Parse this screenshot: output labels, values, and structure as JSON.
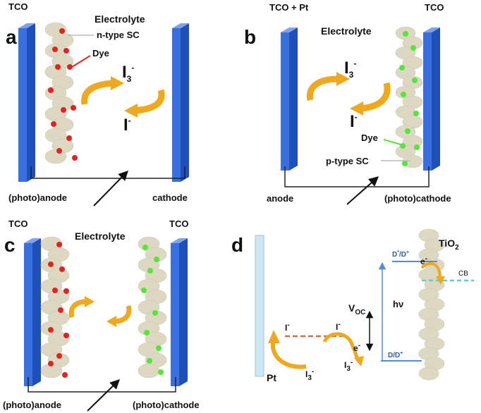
{
  "colors": {
    "tco_blue": "#3a6fe0",
    "tco_dark": "#1f4fb8",
    "particle": "#ddd8c2",
    "dye_red": "#e32222",
    "dye_green": "#55e63a",
    "arrow_orange": "#f0a81c",
    "pt_electrode": "#cfe6f5",
    "level_blue": "#4f8fd8",
    "level_dash_red": "#d07040",
    "cb_dash_teal": "#5fd0c8"
  },
  "panel_a": {
    "letter": "a",
    "tco": "TCO",
    "electrolyte": "Electrolyte",
    "semiconductor": "n-type SC",
    "dye": "Dye",
    "ion_top": "I",
    "ion_top_sub": "3",
    "ion_top_sup": "-",
    "ion_bottom": "I",
    "ion_bottom_sup": "-",
    "left_label": "(photo)anode",
    "right_label": "cathode"
  },
  "panel_b": {
    "letter": "b",
    "tco_left": "TCO + Pt",
    "tco_right": "TCO",
    "electrolyte": "Electrolyte",
    "ion_top": "I",
    "ion_top_sub": "3",
    "ion_top_sup": "-",
    "ion_bottom": "I",
    "ion_bottom_sup": "-",
    "dye": "Dye",
    "semiconductor": "p-type SC",
    "left_label": "anode",
    "right_label": "(photo)cathode"
  },
  "panel_c": {
    "letter": "c",
    "tco_left": "TCO",
    "tco_right": "TCO",
    "electrolyte": "Electrolyte",
    "left_label": "(photo)anode",
    "right_label": "(photo)cathode"
  },
  "panel_d": {
    "letter": "d",
    "tio2": "TiO",
    "tio2_sub": "2",
    "dye_excited": "D",
    "dye_excited_sup1": "*",
    "dye_excited_mid": "/D",
    "dye_excited_sup2": "+",
    "dye_ground": "D/D",
    "dye_ground_sup": "+",
    "electron": "e",
    "electron_sup": "-",
    "cb": "CB",
    "voc": "V",
    "voc_sub": "OC",
    "hv": "hν",
    "iodide": "I",
    "iodide_sup": "-",
    "triiodide": "I",
    "triiodide_sub": "3",
    "triiodide_sup": "-",
    "pt": "Pt"
  }
}
